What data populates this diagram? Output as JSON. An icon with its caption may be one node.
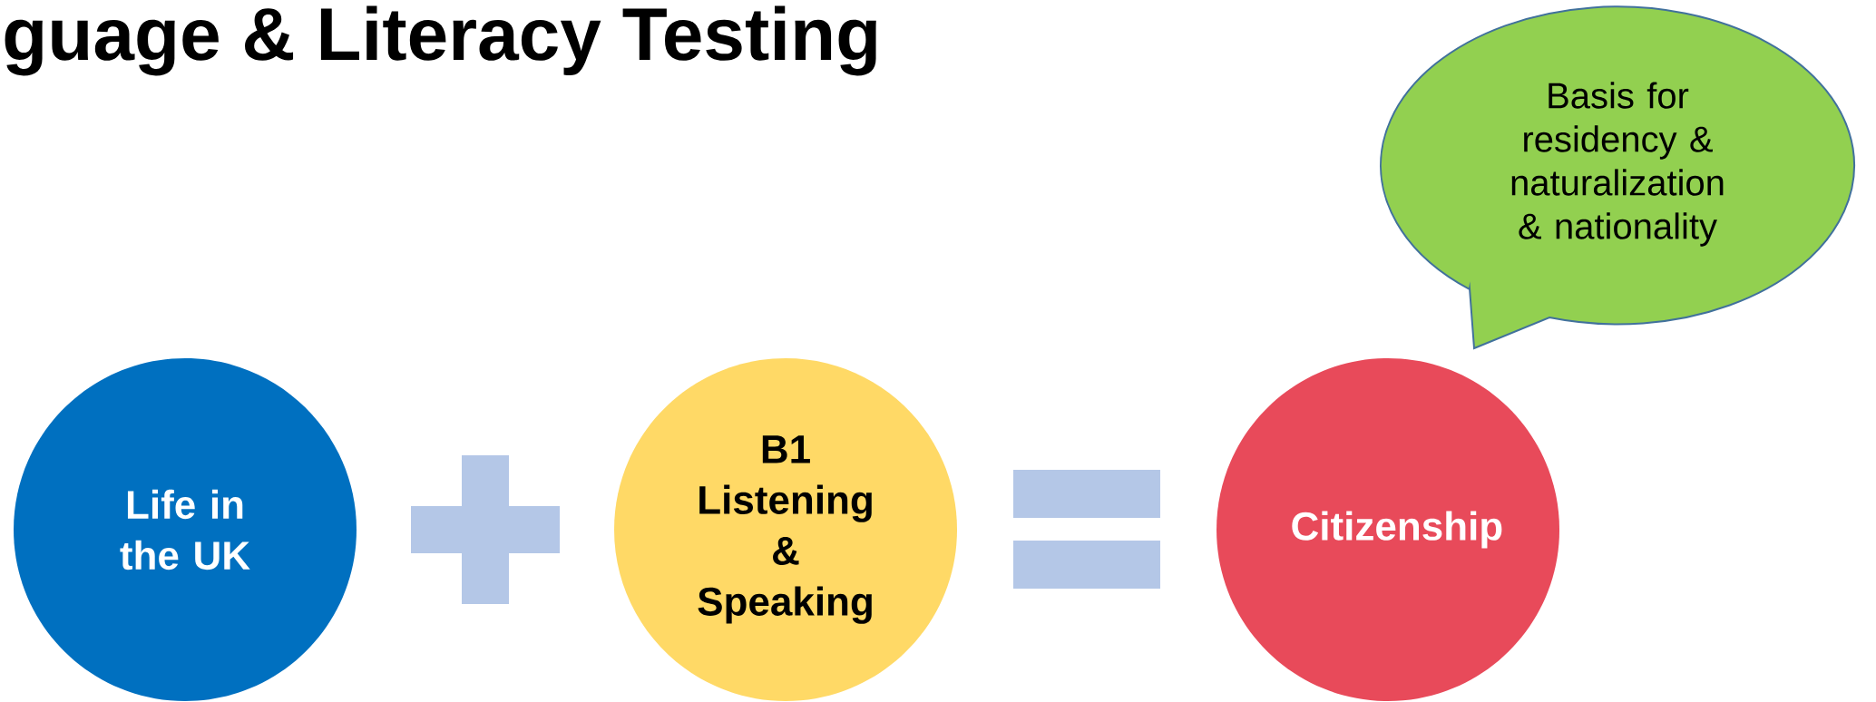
{
  "diagram": {
    "title": "guage & Literacy Testing",
    "nodes": [
      {
        "text": [
          "Life in the UK"
        ]
      },
      {
        "text": [],
        "shape": "plus"
      },
      {
        "text": [
          "B1 Listening & Speaking"
        ]
      },
      {
        "text": [],
        "shape": "equals"
      },
      {
        "text": [
          "Citizenship"
        ]
      },
      {
        "text": [
          "Basis for residency & naturalization & nationality"
        ]
      }
    ]
  }
}
